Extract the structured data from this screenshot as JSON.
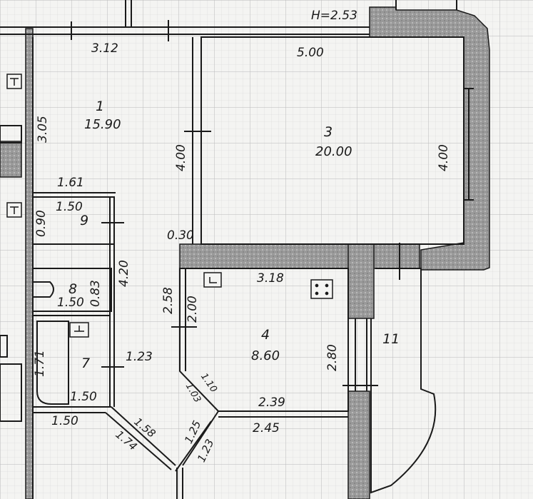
{
  "height_label": "H=2.53",
  "rooms": [
    {
      "number": "1",
      "area": "15.90"
    },
    {
      "number": "3",
      "area": "20.00"
    },
    {
      "number": "4",
      "area": "8.60"
    },
    {
      "number": "7",
      "area": ""
    },
    {
      "number": "8",
      "area": ""
    },
    {
      "number": "9",
      "area": ""
    },
    {
      "number": "11",
      "area": ""
    }
  ],
  "dimensions": {
    "room1_width": "3.12",
    "room1_height": "3.05",
    "room3_width": "5.00",
    "wall_4_00_left": "4.00",
    "wall_4_00_right": "4.00",
    "d_1_61": "1.61",
    "d_1_50_room9": "1.50",
    "d_0_90": "0.90",
    "d_0_30": "0.30",
    "d_4_20": "4.20",
    "d_3_18": "3.18",
    "d_1_50_room8": "1.50",
    "d_0_83": "0.83",
    "d_2_58": "2.58",
    "d_2_00": "2.00",
    "d_1_71": "1.71",
    "d_1_23": "1.23",
    "d_2_80": "2.80",
    "d_1_10": "1.10",
    "d_1_03": "1.03",
    "d_2_39": "2.39",
    "d_1_50_room7": "1.50",
    "d_1_50_hall": "1.50",
    "d_1_58": "1.58",
    "d_1_74": "1.74",
    "d_1_25": "1.25",
    "d_1_23_b": "1.23",
    "d_2_45": "2.45"
  },
  "colors": {
    "paper": "#f4f4f2",
    "grid": "#c9c9c9",
    "wall": "#8a8a8a",
    "line": "#1a1a1a"
  }
}
